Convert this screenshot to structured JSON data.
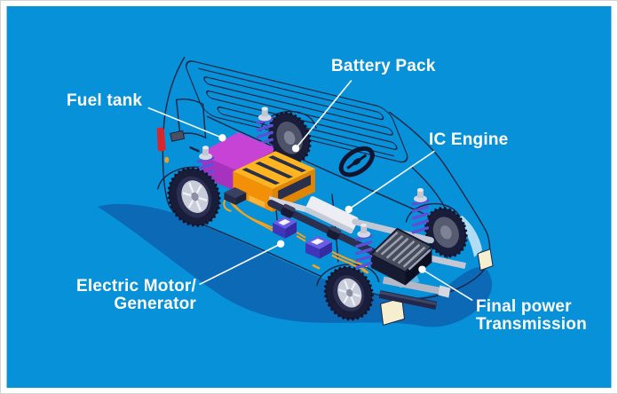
{
  "labels": {
    "fuel_tank": "Fuel tank",
    "battery_pack": "Battery Pack",
    "ic_engine": "IC Engine",
    "electric_motor_generator": {
      "line1": "Electric Motor/",
      "line2": "Generator"
    },
    "final_power_transmission": {
      "line1": "Final power",
      "line2": "Transmission"
    }
  },
  "colors": {
    "background": "#0791d8",
    "frame": "#ffffff",
    "shadow": "#0b69b6",
    "label_text": "#ffffff",
    "leader_line": "#ffffff",
    "car_outline": "#1d2342",
    "fuel_tank": "#c743d6",
    "fuel_tank_front": "#a632bd",
    "fuel_tank_side": "#9023a8",
    "battery_pack": "#ffb51f",
    "battery_pack_front": "#f29108",
    "battery_pack_side": "#e08404",
    "battery_slot": "#2a2f4c",
    "motor_generator": "#6a5ce4",
    "motor_generator_front": "#4035b8",
    "motor_generator_side": "#352aa0",
    "ic_engine_box": "#eceef4",
    "ic_engine_box_side": "#c6cad6",
    "transmission_plate": "#474c5c",
    "transmission_body": "#171b31",
    "transmission_rib": "#9aa0ae",
    "wiring": "#f6a21c",
    "spring": "#5f4fd6",
    "axle": "#c3c7d4",
    "tire": "#191d3a",
    "rim": "#c9cdda",
    "headlight": "#f5efcf",
    "tail_light": "#d8262f",
    "glass": "#cfe9fa"
  }
}
